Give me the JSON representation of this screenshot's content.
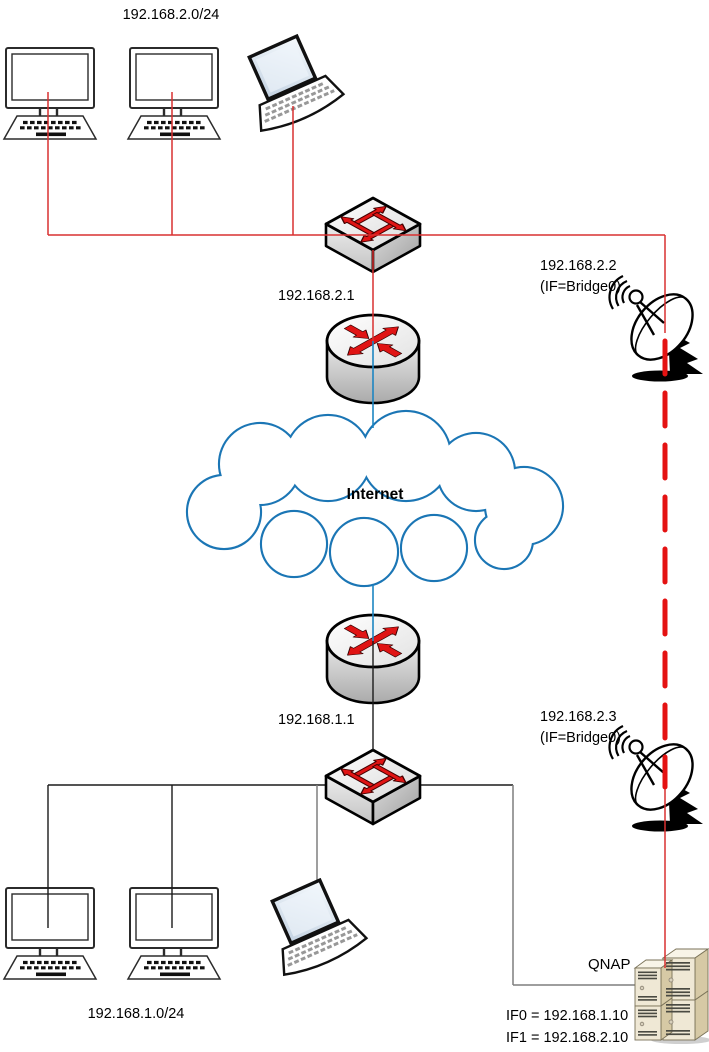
{
  "diagram": {
    "title_hint": "Two-site network with wireless bridge",
    "top_network": {
      "subnet": "192.168.2.0/24",
      "switch_ip": "192.168.2.1",
      "bridge": {
        "ip": "192.168.2.2",
        "interface": "(IF=Bridge0)"
      }
    },
    "internet_label": "Internet",
    "bottom_network": {
      "subnet": "192.168.1.0/24",
      "router_ip": "192.168.1.1",
      "bridge": {
        "ip": "192.168.2.3",
        "interface": "(IF=Bridge0)"
      },
      "nas": {
        "name": "QNAP",
        "if0": "IF0 = 192.168.1.10",
        "if1": "IF1 = 192.168.2.10"
      }
    },
    "colors": {
      "lan_top_link": "#d93030",
      "wireless_bridge_dash": "#e41212",
      "wan_link": "#1d85c2",
      "cloud_outline": "#1b76b5",
      "lan_bottom_link": "#1b1b1b",
      "nas_link": "#7f7f7f",
      "device_arrow_red": "#e01414"
    }
  }
}
